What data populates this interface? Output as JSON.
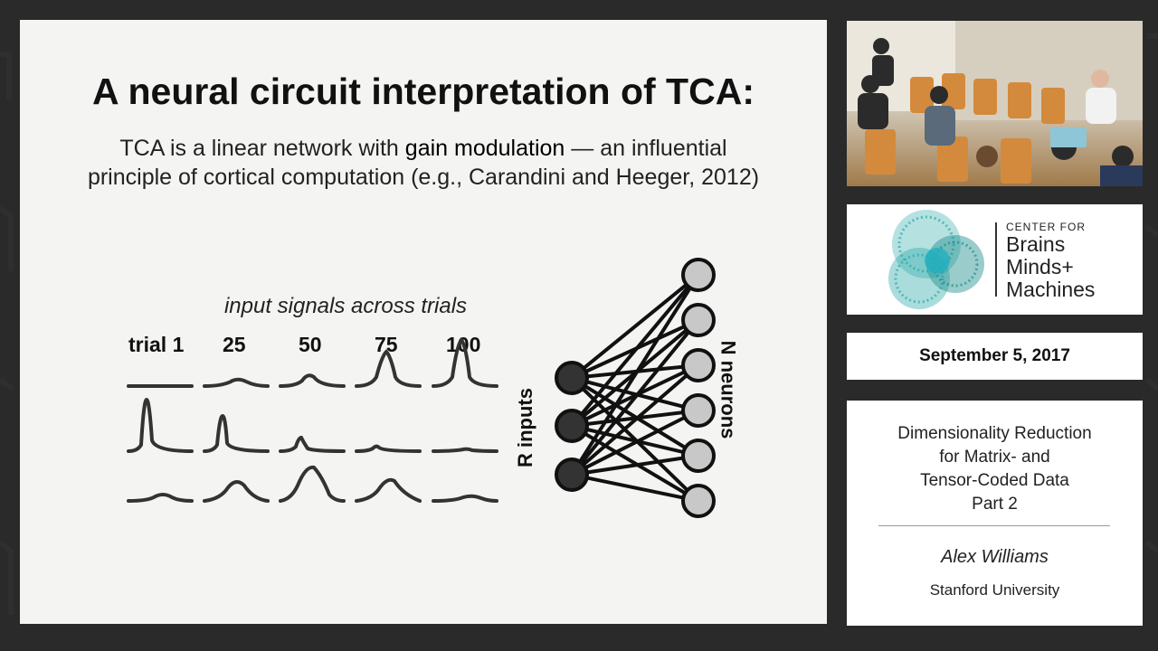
{
  "slide": {
    "title": "A neural circuit interpretation of TCA:",
    "subtitle_pre": "TCA is a linear network with ",
    "subtitle_bold": "gain modulation",
    "subtitle_post": " — an influential",
    "subtitle_line2": "principle of cortical computation (e.g., Carandini and Heeger, 2012)",
    "signals_label": "input signals across trials",
    "trials": [
      "trial 1",
      "25",
      "50",
      "75",
      "100"
    ],
    "inputs_label": "R inputs",
    "neurons_label": "N neurons"
  },
  "sidebar": {
    "logo": {
      "small": "CENTER FOR",
      "line1": "Brains",
      "line2": "Minds+",
      "line3": "Machines"
    },
    "date": "September 5, 2017",
    "talk": {
      "title_lines": [
        "Dimensionality Reduction",
        "for Matrix- and",
        "Tensor-Coded Data",
        "Part 2"
      ],
      "speaker": "Alex Williams",
      "affiliation": "Stanford University"
    }
  },
  "colors": {
    "slide_bg": "#f4f4f2",
    "input_node": "#333333",
    "neuron_node": "#c8c8c8",
    "logo_teal": "#2aa8a8"
  }
}
